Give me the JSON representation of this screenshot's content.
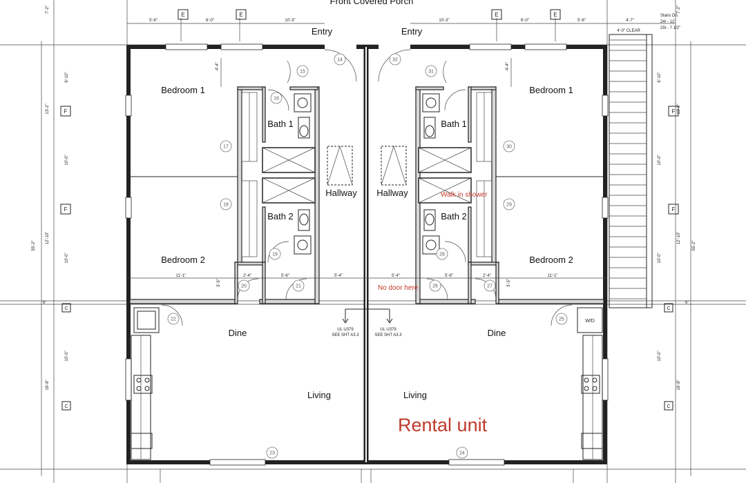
{
  "title": "Front Covered Porch",
  "entries": [
    "Entry",
    "Entry"
  ],
  "rooms": {
    "bedroom1_l": "Bedroom 1",
    "bedroom1_r": "Bedroom 1",
    "bedroom2_l": "Bedroom 2",
    "bedroom2_r": "Bedroom 2",
    "bath1_l": "Bath 1",
    "bath1_r": "Bath 1",
    "bath2_l": "Bath 2",
    "bath2_r": "Bath 2",
    "hallway_l": "Hallway",
    "hallway_r": "Hallway",
    "dine_l": "Dine",
    "dine_r": "Dine",
    "living_l": "Living",
    "living_r": "Living"
  },
  "notes": {
    "walk_in_shower": "Walk in shower",
    "no_door": "No door here",
    "rental_unit": "Rental unit",
    "ul_l1": "UL U379",
    "ul_l2": "SEE SHT A3.3",
    "ul_r1": "UL U379",
    "ul_r2": "SEE SHT A3.3",
    "stairs1": "Stairs Dn.",
    "stairs2": "24r - 11\"",
    "stairs3": "25t - 7 1/2\"",
    "clear": "4'-0\" CLEAR",
    "wd": "W/D"
  },
  "dims": {
    "top_l": [
      "5'-6\"",
      "6'-0\"",
      "10'-3\""
    ],
    "top_r": [
      "10'-3\"",
      "6'-0\"",
      "5'-6\""
    ],
    "top_far": "4'-7\"",
    "mid_l": [
      "11'-1\"",
      "2'-4\"",
      "5'-6\"",
      "5'-4\""
    ],
    "mid_r": [
      "5'-4\"",
      "5'-6\"",
      "2'-4\"",
      "11'-1\""
    ],
    "v_44_l": "4'-4\"",
    "v_44_r": "4'-4\"",
    "v_35_l": "3'-5\"",
    "v_35_r": "3'-5\"",
    "left_v": [
      "7'-2\"",
      "6'-10\"",
      "13'-2\"",
      "10'-0\"",
      "12'-10\"",
      "10'-0\"",
      "6\"",
      "10'-0\"",
      "16'-8\"",
      "55'-2\""
    ],
    "right_v": [
      "7'-2\"",
      "6'-10\"",
      "13'-2\"",
      "10'-0\"",
      "12'-10\"",
      "10'-0\"",
      "6\"",
      "10'-0\"",
      "16'-8\"",
      "55'-2\""
    ]
  },
  "markers": {
    "e": [
      "E",
      "E",
      "E",
      "E"
    ],
    "f": [
      "F",
      "F",
      "F",
      "F"
    ],
    "c": [
      "C",
      "C",
      "C",
      "C"
    ]
  },
  "door_tags": [
    "14",
    "15",
    "16",
    "17",
    "18",
    "19",
    "20",
    "21",
    "22",
    "23",
    "24",
    "25",
    "26",
    "27",
    "28",
    "29",
    "30",
    "31",
    "32"
  ]
}
